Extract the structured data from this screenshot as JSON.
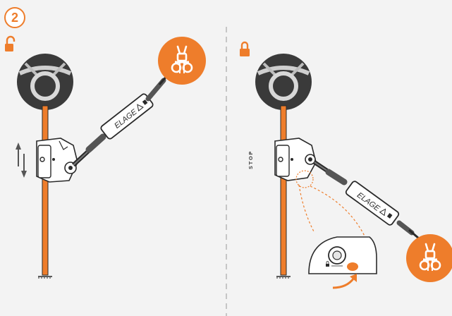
{
  "step": {
    "number": "2"
  },
  "left_panel": {
    "lock_state": "unlocked",
    "lock_icon": "unlocked-padlock-icon",
    "device_text": "ELAGE",
    "arrows_icon": "up-down-arrows-icon",
    "harness_icon": "harness-icon"
  },
  "right_panel": {
    "lock_state": "locked",
    "lock_icon": "locked-padlock-icon",
    "stop_label": "STOP",
    "device_text": "ELAGE",
    "harness_icon": "harness-icon",
    "detail_callout": "lock-detail-callout"
  },
  "colors": {
    "accent": "#ee7d2b",
    "rope": "#ee7d2b",
    "dark": "#2a2a2a",
    "gray": "#888888",
    "background": "#f3f3f3"
  }
}
